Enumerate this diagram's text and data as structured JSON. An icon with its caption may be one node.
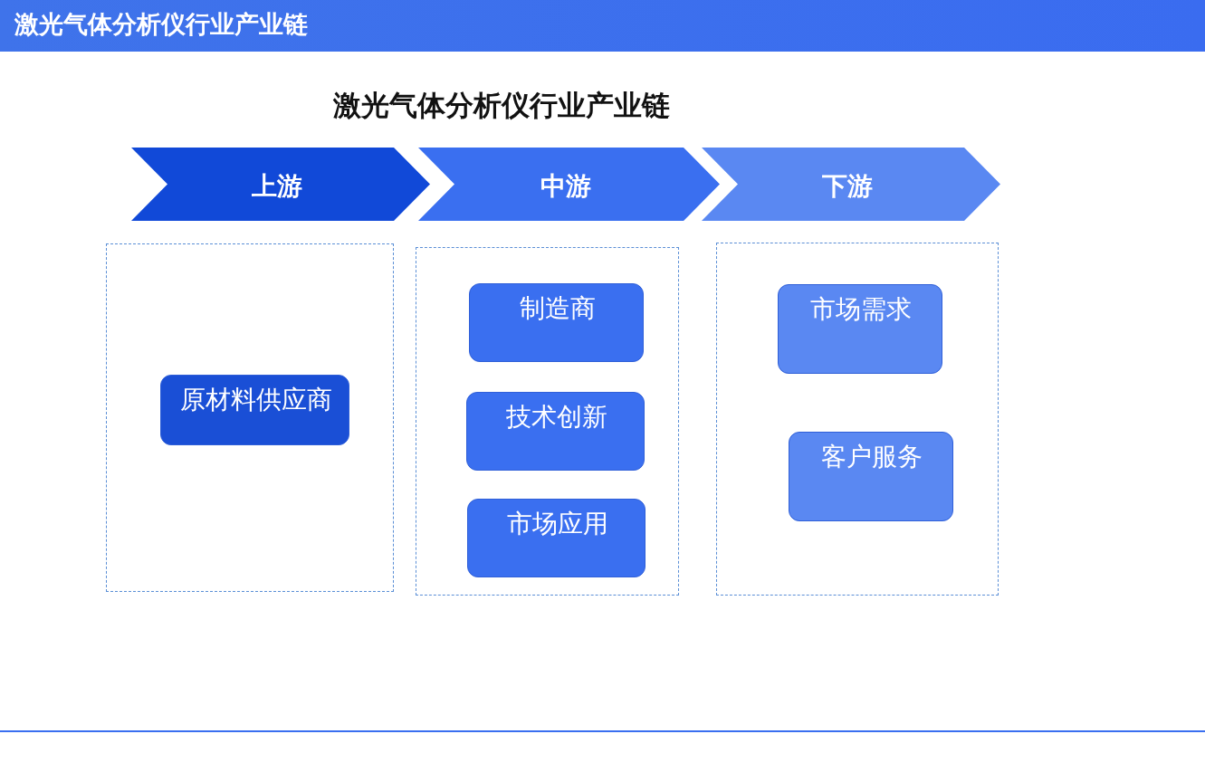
{
  "diagram": {
    "title": "激光气体分析仪行业产业链",
    "nodes": [
      {
        "text": [
          "上游"
        ]
      },
      {
        "text": [
          "中游"
        ]
      },
      {
        "text": [
          "下游"
        ]
      },
      {
        "text": [],
        "shape": "box"
      },
      {
        "text": [
          "原材料供应商"
        ],
        "in": 3
      },
      {
        "text": [],
        "shape": "box"
      },
      {
        "text": [
          "制造商"
        ],
        "in": 5
      },
      {
        "text": [
          "技术创新"
        ],
        "in": 5
      },
      {
        "text": [
          "市场应用"
        ],
        "in": 5
      },
      {
        "text": [],
        "shape": "box"
      },
      {
        "text": [
          "市场需求"
        ],
        "in": 9
      },
      {
        "text": [
          "客户服务"
        ],
        "in": 9
      }
    ],
    "labels": [
      "激光气体分析仪行业产业链"
    ]
  }
}
